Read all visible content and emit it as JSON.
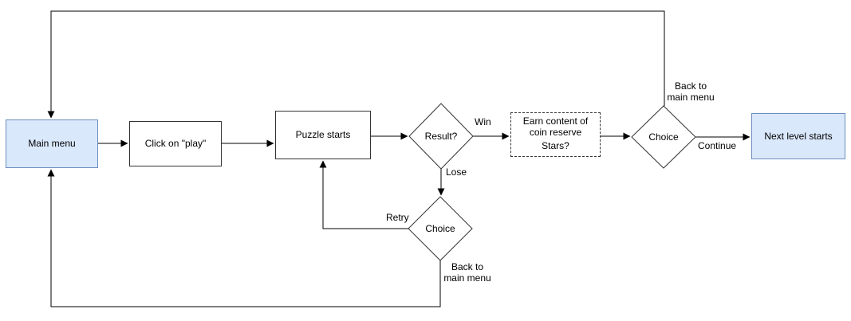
{
  "diagram": {
    "nodes": {
      "main_menu": {
        "label": "Main menu"
      },
      "click_play": {
        "label": "Click on \"play\""
      },
      "puzzle_starts": {
        "label": "Puzzle starts"
      },
      "result": {
        "label": "Result?"
      },
      "reward": {
        "line1": "Earn content of coin reserve",
        "line2": "Stars?"
      },
      "choice_win": {
        "label": "Choice"
      },
      "next_level": {
        "label": "Next level starts"
      },
      "choice_lose": {
        "label": "Choice"
      }
    },
    "edge_labels": {
      "win": "Win",
      "lose": "Lose",
      "continue": "Continue",
      "retry": "Retry",
      "back_to_main_menu_top": "Back to\nmain menu",
      "back_to_main_menu_bottom": "Back to\nmain menu"
    },
    "colors": {
      "highlight_fill": "#dae8fc",
      "highlight_border": "#6c8ebf",
      "shape_fill": "#ffffff",
      "shape_border": "#333333",
      "connector": "#000000",
      "background": "#ffffff"
    }
  }
}
